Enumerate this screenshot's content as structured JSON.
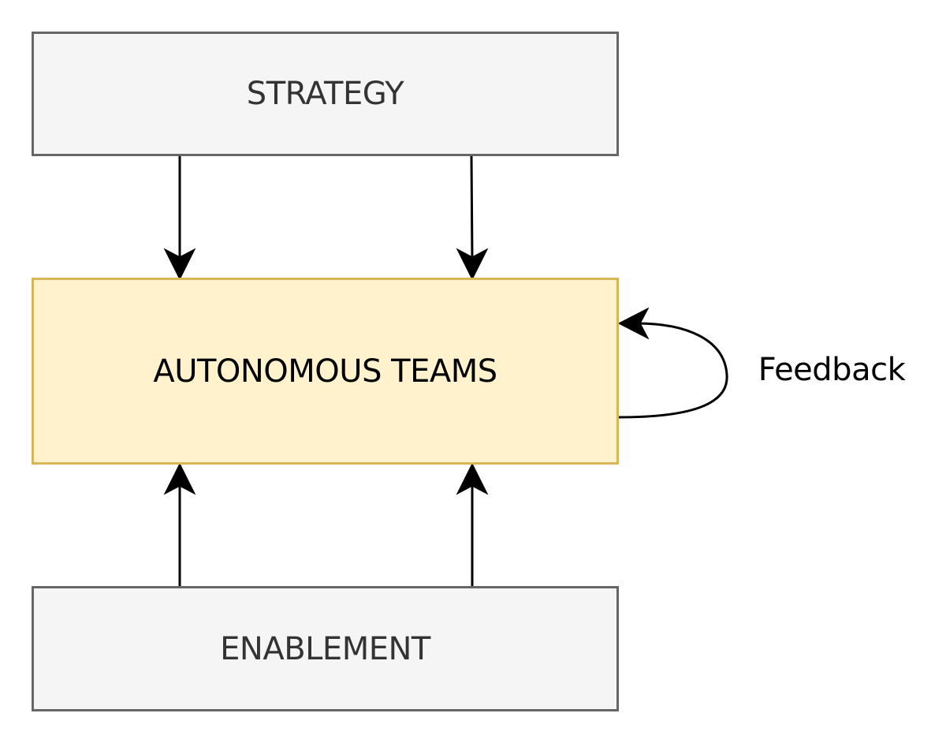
{
  "diagram": {
    "nodes": {
      "strategy": {
        "label": "STRATEGY"
      },
      "teams": {
        "label": "AUTONOMOUS TEAMS"
      },
      "enablement": {
        "label": "ENABLEMENT"
      }
    },
    "edges": [
      {
        "from": "strategy",
        "to": "teams"
      },
      {
        "from": "strategy",
        "to": "teams"
      },
      {
        "from": "enablement",
        "to": "teams"
      },
      {
        "from": "enablement",
        "to": "teams"
      },
      {
        "from": "teams",
        "to": "teams",
        "label": "Feedback"
      }
    ],
    "colors": {
      "gray_fill": "#f5f5f5",
      "gray_stroke": "#666666",
      "yellow_fill": "#fff2cc",
      "yellow_stroke": "#d6b656",
      "edge": "#000000"
    }
  }
}
